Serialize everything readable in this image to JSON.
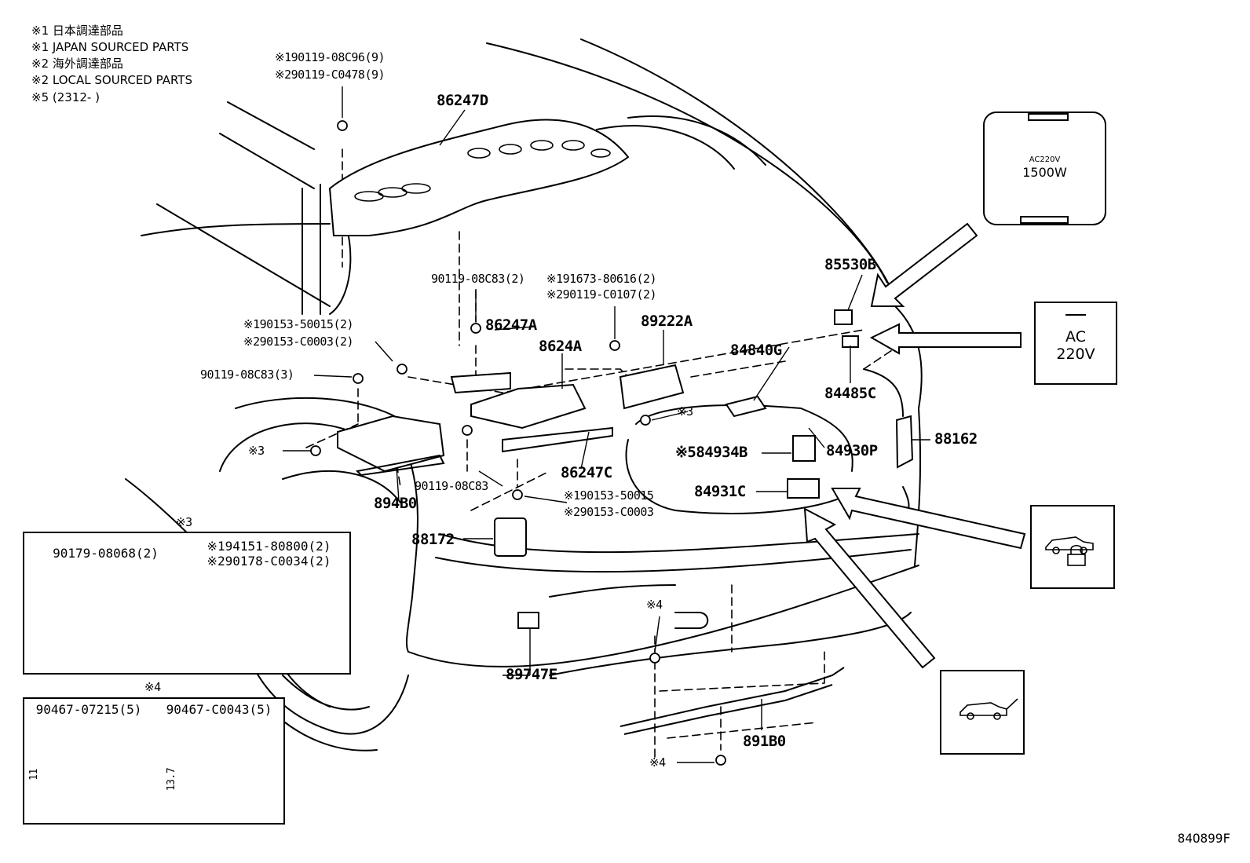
{
  "notes": [
    "※1 日本調達部品",
    "※1 JAPAN SOURCED PARTS",
    "※2 海外調達部品",
    "※2 LOCAL SOURCED PARTS",
    "※5 (2312-      )"
  ],
  "parts": {
    "p86247D": "86247D",
    "bolt_top_1": "※190119-08C96(9)",
    "bolt_top_2": "※290119-C0478(9)",
    "p90119_08C83_2": "90119-08C83(2)",
    "p86247A": "86247A",
    "screw_1": "※191673-80616(2)",
    "screw_2": "※290119-C0107(2)",
    "p89222A": "89222A",
    "p8624A": "8624A",
    "clip_left_1": "※190153-50015(2)",
    "clip_left_2": "※290153-C0003(2)",
    "p90119_08C83_3": "90119-08C83(3)",
    "note3_a": "※3",
    "note3_b": "※3",
    "p86247C": "86247C",
    "p90119_08C83": "90119-08C83",
    "p894B0": "894B0",
    "p88172": "88172",
    "clip_mid_1": "※190153-50015",
    "clip_mid_2": "※290153-C0003",
    "p84840G": "84840G",
    "p85530B": "85530B",
    "p84485C": "84485C",
    "p84934B": "※584934B",
    "p84930P": "84930P",
    "p84931C": "84931C",
    "p88162": "88162",
    "p89747E": "89747E",
    "note4_a": "※4",
    "note4_b": "※4",
    "p891B0": "891B0"
  },
  "table3": {
    "title": "※3",
    "col1": "90179-08068(2)",
    "col2_l1": "※194151-80800(2)",
    "col2_l2": "※290178-C0034(2)"
  },
  "table4": {
    "title": "※4",
    "col1": "90467-07215(5)",
    "col2": "90467-C0043(5)",
    "dim1": "11",
    "dim2": "13.7"
  },
  "outlet_cover": {
    "line1": "AC220V",
    "line2": "1500W"
  },
  "ac_box": {
    "line1": "AC",
    "line2": "220V"
  },
  "icons": {
    "lock_box": "lock-car-icon",
    "tailgate_box": "tailgate-car-icon"
  },
  "doc_id": "84O899F"
}
